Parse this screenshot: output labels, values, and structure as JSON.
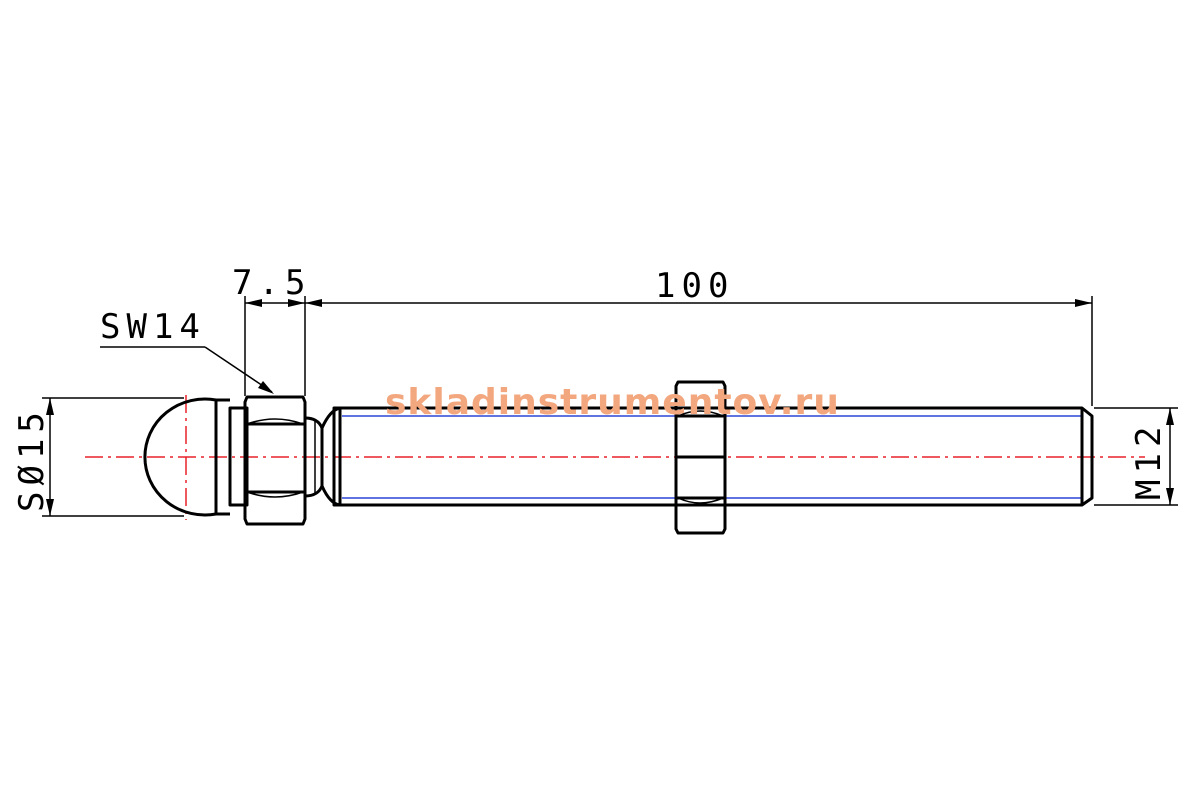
{
  "dimensions": {
    "hex_width": "7.5",
    "thread_length": "100",
    "wrench_size": "SW14",
    "ball_diameter": "SØ15",
    "thread_size": "M12"
  },
  "watermark": "skladinstrumentov.ru",
  "colors": {
    "outline": "#000000",
    "centerline": "#e8202a",
    "thread_line": "#2b45d6",
    "watermark": "#f3a77e"
  }
}
